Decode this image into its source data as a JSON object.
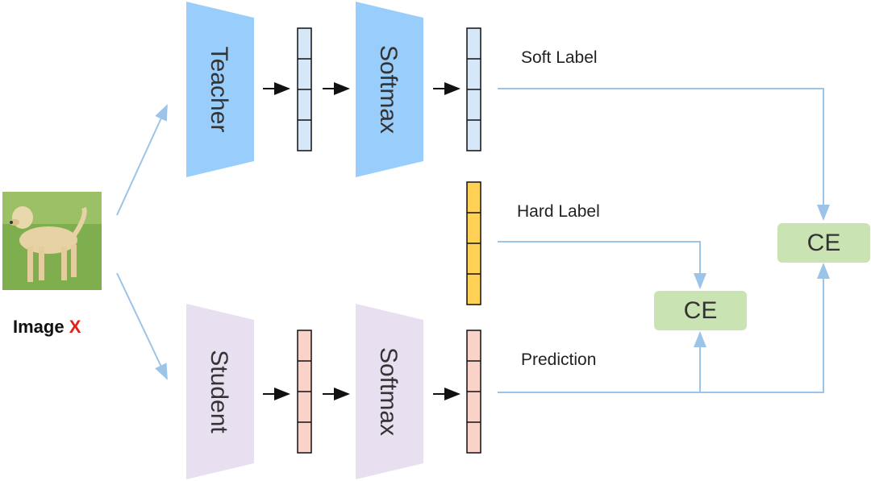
{
  "teacher": {
    "label": "Teacher",
    "color": "#99cdfb"
  },
  "student": {
    "label": "Student",
    "color": "#e8dff0"
  },
  "softmax_top": {
    "label": "Softmax"
  },
  "softmax_bottom": {
    "label": "Softmax"
  },
  "labels": {
    "soft": "Soft Label",
    "hard": "Hard Label",
    "prediction": "Prediction"
  },
  "ce_left": {
    "label": "CE"
  },
  "ce_right": {
    "label": "CE"
  },
  "image_caption": {
    "text": "Image",
    "var": "X"
  },
  "colors": {
    "vector_blue": "#d6e7f8",
    "vector_yellow": "#ffd257",
    "vector_pink": "#fad3c8",
    "ce_green": "#c9e3b2",
    "connector": "#9cc3e8"
  }
}
